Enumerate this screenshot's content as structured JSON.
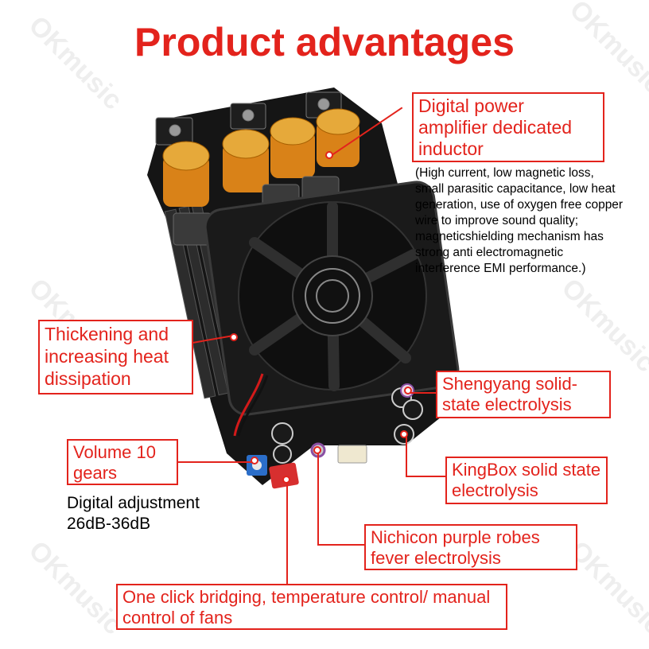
{
  "title": "Product advantages",
  "watermark": "OKmusic",
  "callouts": {
    "inductor": "Digital power amplifier dedicated inductor",
    "inductor_note": "(High current, low magnetic loss, small parasitic capacitance, low heat generation, use of oxygen free copper wire to improve sound quality; magneticshielding mechanism has strong anti electromagnetic interference EMI performance.)",
    "heatsink": "Thickening and increasing heat dissipation",
    "shengyang": "Shengyang solid-state electrolysis",
    "volume": "Volume 10 gears",
    "volume_note": "Digital adjustment 26dB-36dB",
    "kingbox": "KingBox solid state electrolysis",
    "nichicon": "Nichicon purple robes fever electrolysis",
    "bridging": "One click bridging, temperature control/ manual control of fans"
  },
  "colors": {
    "accent": "#e3231c",
    "board": "#141414",
    "capacitor": "#e08c1a"
  }
}
